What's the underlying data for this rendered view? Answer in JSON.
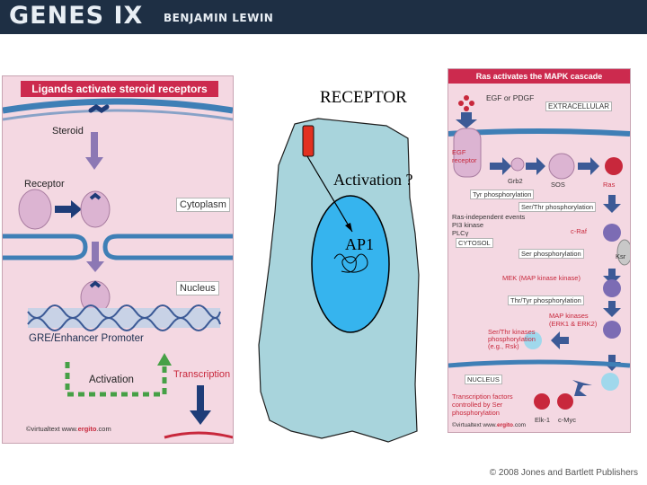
{
  "banner": {
    "title": "GENES IX",
    "author": "BENJAMIN LEWIN"
  },
  "center": {
    "receptor": "RECEPTOR",
    "activation": "Activation ?",
    "ap1": "AP1"
  },
  "left_panel": {
    "title": "Ligands activate steroid receptors",
    "steroid": "Steroid",
    "receptor": "Receptor",
    "cytoplasm": "Cytoplasm",
    "nucleus": "Nucleus",
    "promoter": "GRE/Enhancer Promoter",
    "activation": "Activation",
    "transcription": "Transcription",
    "credit_prefix": "©virtualtext www.",
    "credit_brand": "ergito",
    "credit_suffix": ".com"
  },
  "right_panel": {
    "title": "Ras activates the MAPK cascade",
    "egf": "EGF or PDGF",
    "extracellular": "EXTRACELLULAR",
    "egf_receptor": "EGF receptor",
    "grb2": "Grb2",
    "sos": "SOS",
    "ras": "Ras",
    "tyr_phos": "Tyr phosphorylation",
    "ser_thr_phos": "Ser/Thr phosphorylation",
    "ras_indep_1": "Ras-independent events",
    "ras_indep_2": "PI3 kinase",
    "ras_indep_3": "PLCγ",
    "craf": "c-Raf",
    "cytosol": "CYTOSOL",
    "ser_phos": "Ser phosphorylation",
    "ksr": "Ksr",
    "mek": "MEK (MAP kinase kinase)",
    "thr_tyr_phos": "Thr/Tyr phosphorylation",
    "mapk_1": "MAP kinases",
    "mapk_2": "(ERK1 & ERK2)",
    "serthr_k1": "Ser/Thr kinases",
    "serthr_k2": "phosphorylation",
    "serthr_k3": "(e.g., Rsk)",
    "nucleus": "NUCLEUS",
    "tf_1": "Transcription factors",
    "tf_2": "controlled by Ser",
    "tf_3": "phosphorylation",
    "elk": "Elk-1",
    "myc": "c-Myc",
    "credit_prefix": "©virtualtext www.",
    "credit_brand": "ergito",
    "credit_suffix": ".com"
  },
  "footer": {
    "copyright": "© 2008 Jones and Bartlett Publishers"
  }
}
